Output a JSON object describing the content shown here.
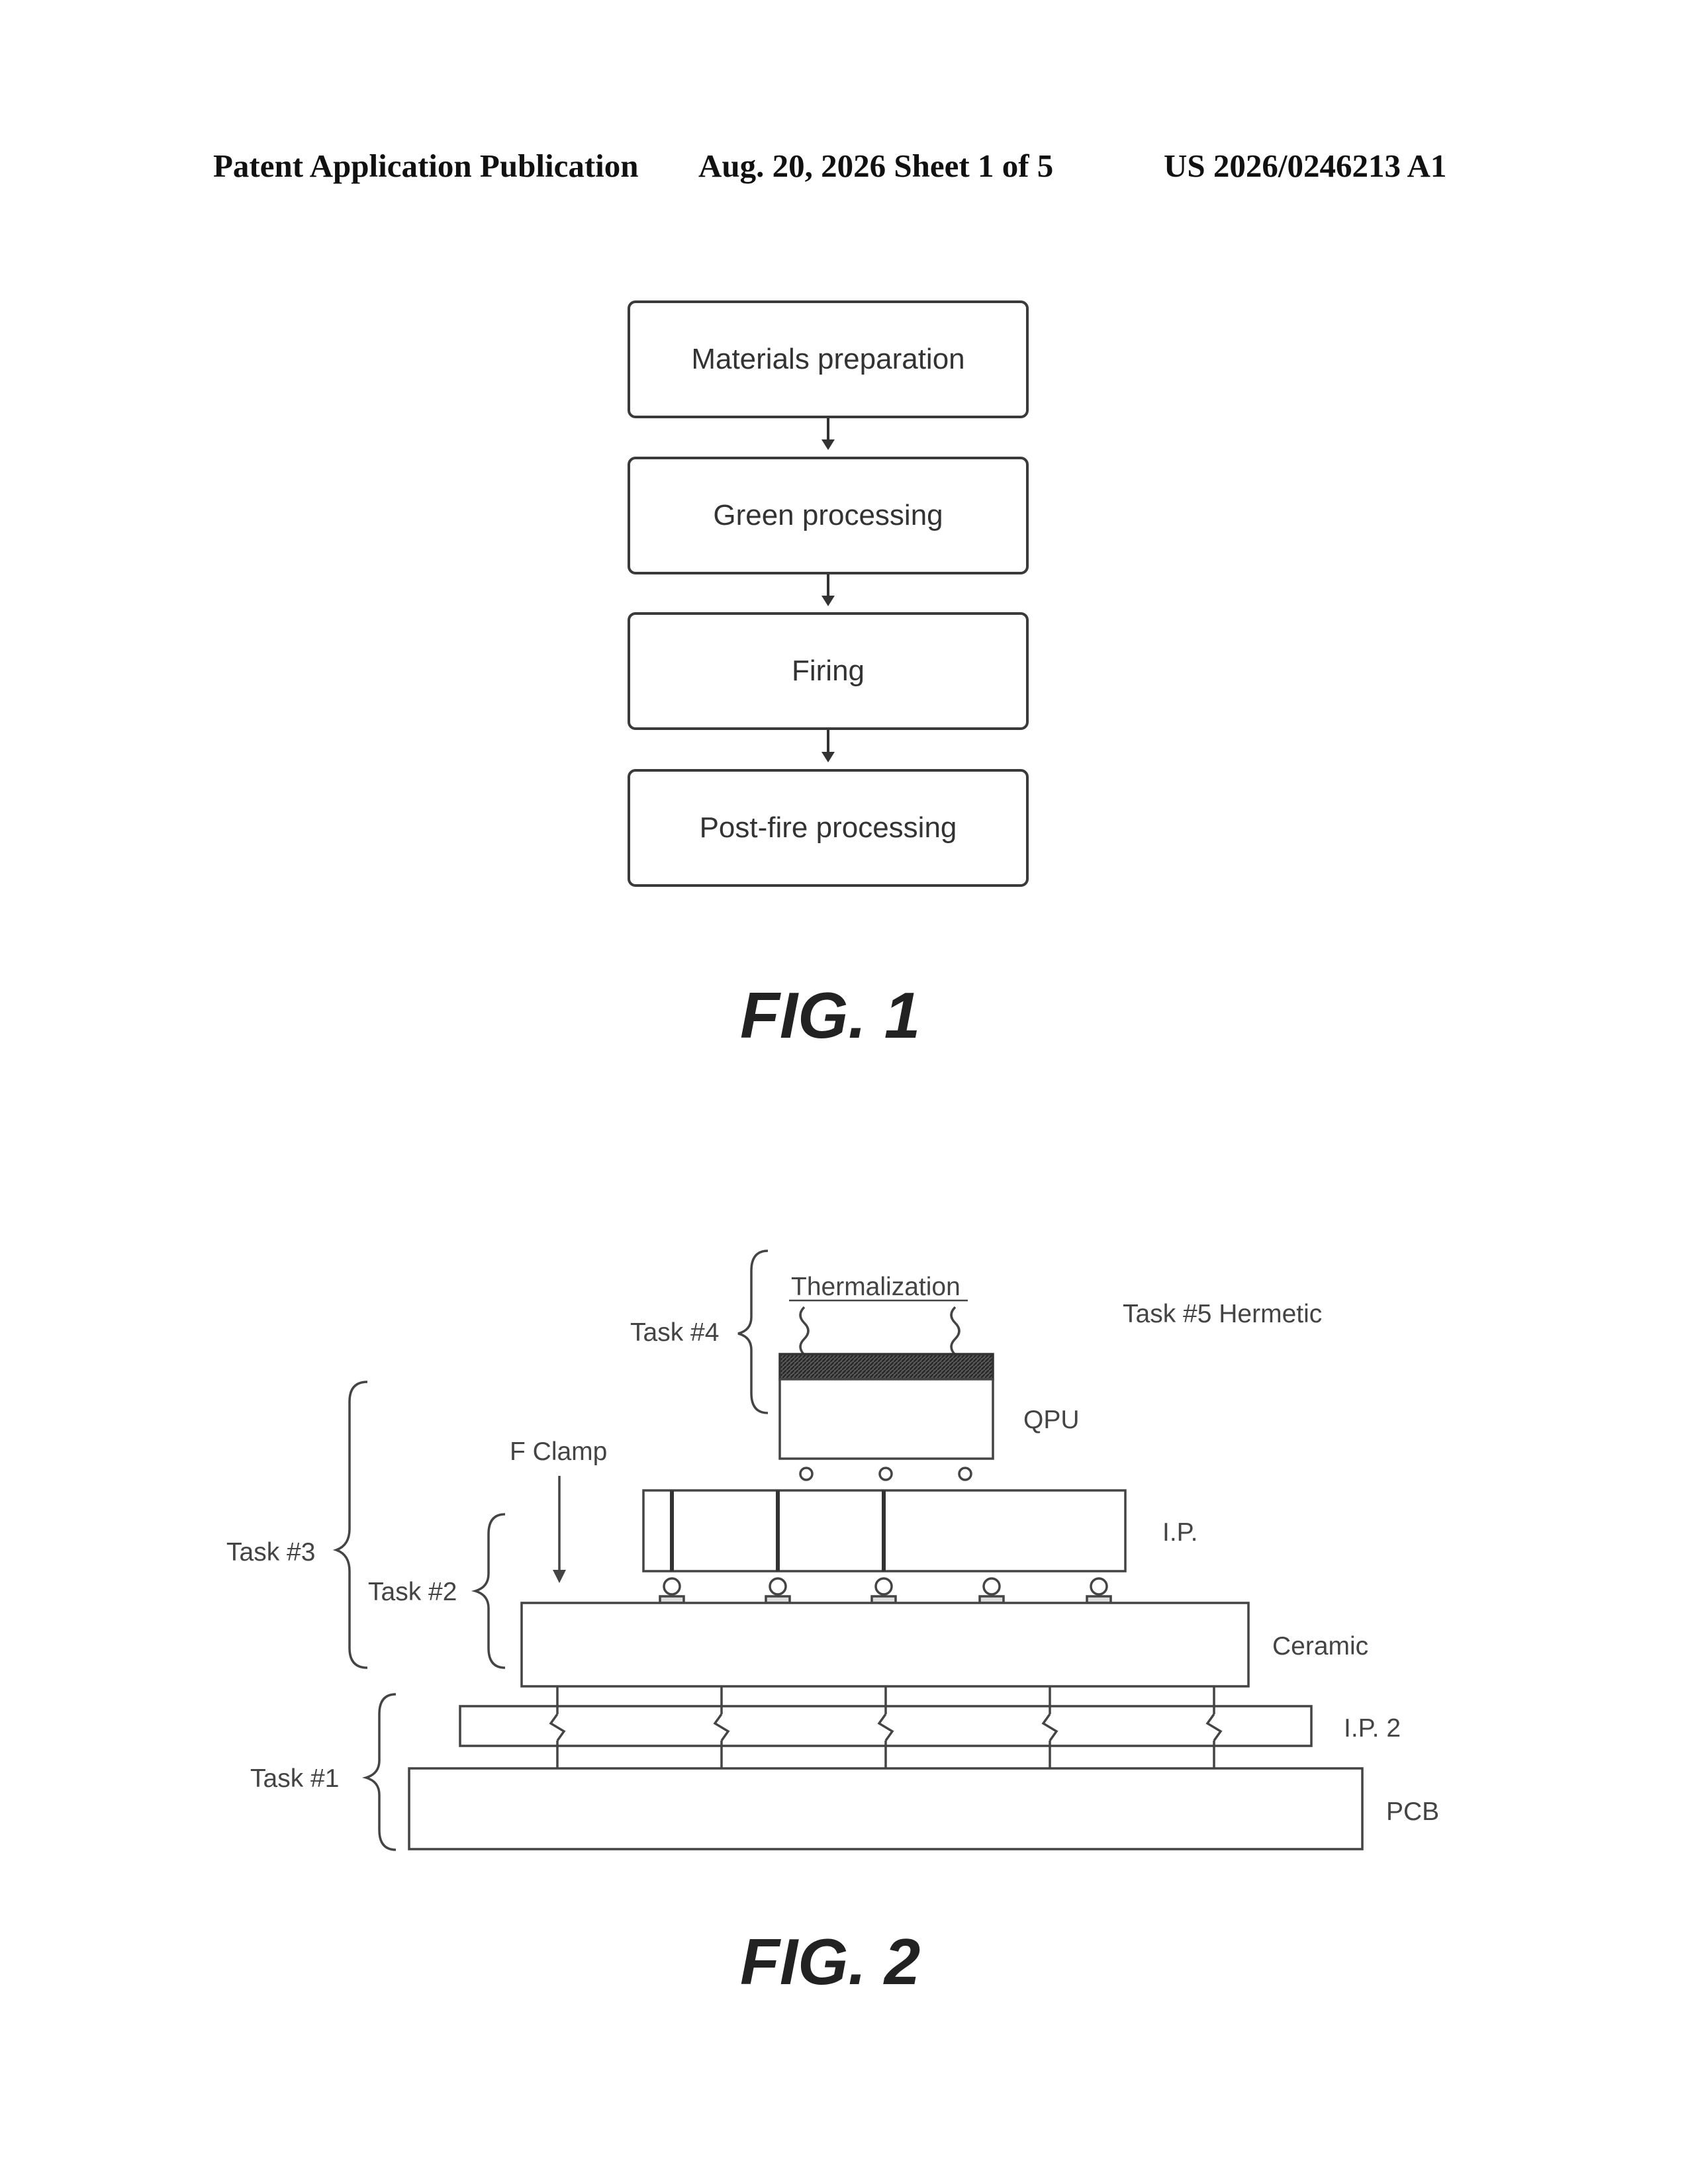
{
  "header": {
    "left": "Patent Application Publication",
    "middle": "Aug. 20, 2026  Sheet 1 of 5",
    "right": "US 2026/0246213 A1"
  },
  "fig1": {
    "steps": [
      "Materials preparation",
      "Green processing",
      "Firing",
      "Post-fire processing"
    ],
    "caption": "FIG. 1"
  },
  "fig2": {
    "labels": {
      "thermalization": "Thermalization",
      "task4": "Task #4",
      "task5": "Task #5 Hermetic",
      "qpu": "QPU",
      "fclamp": "F Clamp",
      "ip": "I.P.",
      "task3": "Task #3",
      "task2": "Task #2",
      "ceramic": "Ceramic",
      "ip2": "I.P. 2",
      "task1": "Task #1",
      "pcb": "PCB"
    },
    "caption": "FIG. 2"
  }
}
